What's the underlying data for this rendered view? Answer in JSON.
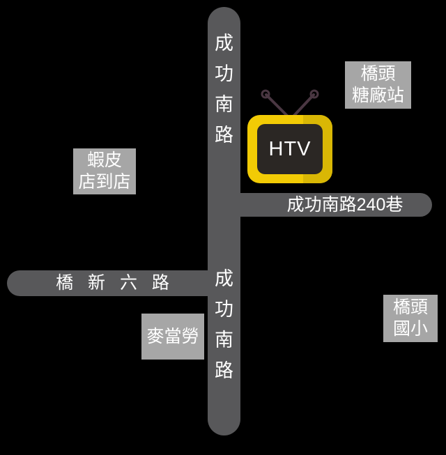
{
  "map": {
    "title": "HTV location map",
    "background_color": "#000000",
    "road_color": "#58585a",
    "poi_box_color": "#a6a6a6",
    "text_color": "#ffffff",
    "brand_yellow": "#f2cb05",
    "brand_dark": "#2b2724"
  },
  "roads": {
    "chenggong_nan_upper": {
      "name": "成功南路",
      "chars": [
        "成",
        "功",
        "南",
        "路"
      ]
    },
    "chenggong_nan_lower": {
      "name": "成功南路",
      "chars": [
        "成",
        "功",
        "南",
        "路"
      ]
    },
    "lane_240": {
      "name": "成功南路240巷"
    },
    "qiaoxinliu": {
      "name": "橋 新 六 路"
    }
  },
  "pois": [
    {
      "id": "shopee",
      "lines": [
        "蝦皮",
        "店到店"
      ]
    },
    {
      "id": "tangchang",
      "lines": [
        "橋頭",
        "糖廠站"
      ]
    },
    {
      "id": "mcdonalds",
      "lines": [
        "麥當勞"
      ]
    },
    {
      "id": "qiaotou_es",
      "lines": [
        "橋頭",
        "國小"
      ]
    }
  ],
  "logo": {
    "screen_text": "HTV",
    "icon_name": "television-icon"
  }
}
